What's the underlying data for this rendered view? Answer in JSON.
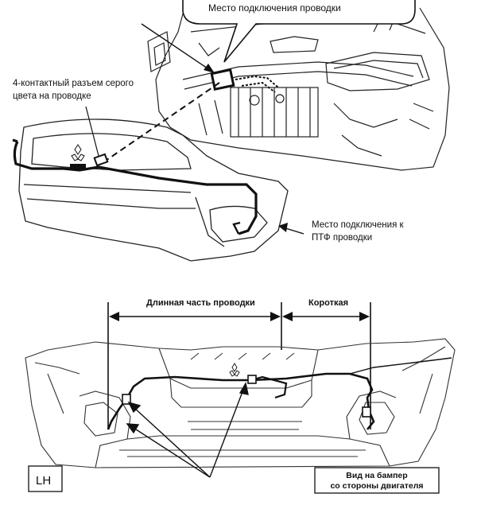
{
  "top_diagram": {
    "callout_wiring_connection": "Место подключения проводки",
    "connector_label_line1": "4-контактный разъем серого",
    "connector_label_line2": "цвета на проводке",
    "fog_label_line1": "Место подключения к",
    "fog_label_line2": "ПТФ проводки"
  },
  "bottom_diagram": {
    "long_part_label": "Длинная часть проводки",
    "short_part_label": "Короткая",
    "side_label": "LH",
    "view_label_line1": "Вид на бампер",
    "view_label_line2": "со стороны двигателя"
  },
  "colors": {
    "line": "#111111",
    "background": "#ffffff"
  }
}
